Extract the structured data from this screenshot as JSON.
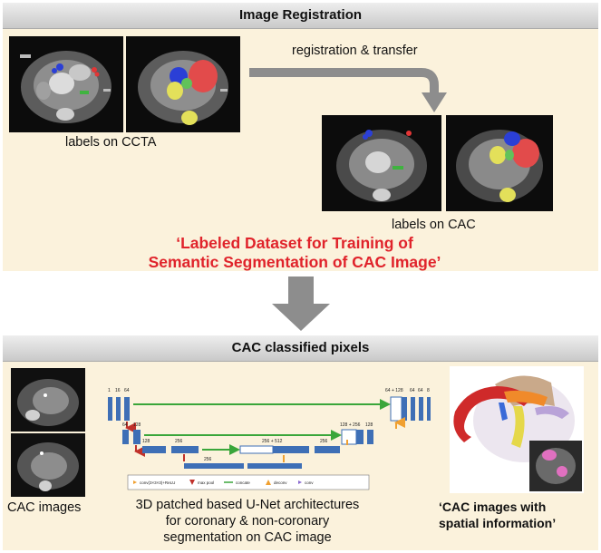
{
  "top": {
    "title": "Image Registration",
    "ccta_caption": "labels on CCTA",
    "arrow_label": "registration & transfer",
    "cac_caption": "labels on CAC",
    "dataset_line1": "‘Labeled Dataset for Training of",
    "dataset_line2": "Semantic Segmentation of CAC Image’"
  },
  "bottom": {
    "title": "CAC classified pixels",
    "cac_images_caption": "CAC images",
    "unet_line1": "3D patched based U-Net architectures",
    "unet_line2": "for coronary & non-coronary",
    "unet_line3": "segmentation on CAC image",
    "spatial_line1": "‘CAC images with",
    "spatial_line2": "spatial information’"
  },
  "unet": {
    "channels": {
      "c1": "1",
      "c2": "16",
      "c3": "64",
      "l2a": "64",
      "l2b": "128",
      "l3a": "128",
      "l3b": "256",
      "l4": "256",
      "r3a": "256 + 512",
      "r3b": "256",
      "r2": "128 + 256",
      "r2b": "128",
      "r1": "64 + 128",
      "r1b": "64",
      "r1c": "64",
      "r1d": "8"
    },
    "legend": [
      "conv(3×3×3)+ReLU",
      "max pool",
      "concate",
      "deconv",
      "conv"
    ]
  },
  "colors": {
    "panel_bg": "#fbf2dc",
    "title_red": "#e0232b",
    "unet_block": "#3e6fb6",
    "skip_arrow": "#3aa63a",
    "big_arrow": "#8d8d8d"
  }
}
